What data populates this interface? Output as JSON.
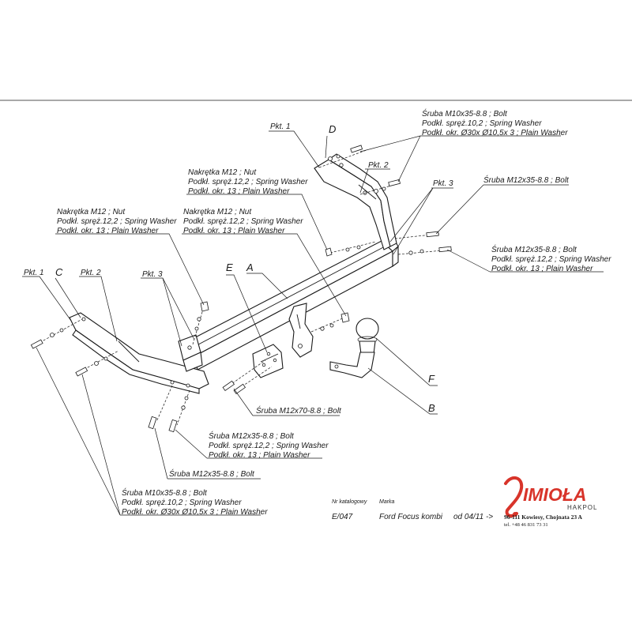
{
  "callouts": {
    "d_pkt1": "Pkt. 1",
    "d_part": "D",
    "d_pkt2": "Pkt. 2",
    "c_pkt1": "Pkt. 1",
    "c_part": "C",
    "c_pkt2": "Pkt. 2",
    "c_pkt3": "Pkt. 3",
    "right_pkt3": "Pkt. 3",
    "part_e": "E",
    "part_a": "A",
    "part_f": "F",
    "part_b": "B"
  },
  "labels": {
    "top_right": [
      "Śruba M10x35-8.8 ;  Bolt",
      "Podkł. spręż.10,2 ; Spring Washer",
      "Podkł. okr.  Ø30x Ø10,5x 3 ; Plain Washer"
    ],
    "nut_upper": [
      "Nakrętka  M12 ; Nut",
      "Podkł. spręż.12,2 ; Spring Washer",
      "Podkł. okr. 13 ; Plain Washer"
    ],
    "nut_middle": [
      "Nakrętka  M12 ; Nut",
      "Podkł. spręż.12,2 ; Spring Washer",
      "Podkł. okr. 13 ; Plain Washer"
    ],
    "nut_left": [
      "Nakrętka  M12 ; Nut",
      "Podkł. spręż.12,2 ; Spring Washer",
      "Podkł. okr. 13 ; Plain Washer"
    ],
    "bolt_right_single": "Śruba M12x35-8.8 ;  Bolt",
    "bolt_right_set": [
      "Śruba M12x35-8.8 ;  Bolt",
      "Podkł. spręż.12,2 ; Spring Washer",
      "Podkł. okr. 13 ; Plain Washer"
    ],
    "bolt_m12x70": "Śruba M12x70-8.8 ;  Bolt",
    "bolt_bottom_set": [
      "Śruba M12x35-8.8 ;  Bolt",
      "Podkł. spręż.12,2 ; Spring Washer",
      "Podkł. okr. 13 ; Plain Washer"
    ],
    "bolt_bottom_single": "Śruba M12x35-8.8 ;  Bolt",
    "bottom_left": [
      "Śruba M10x35-8.8 ;  Bolt",
      "Podkł. spręż.10,2 ; Spring Washer",
      "Podkł. okr.  Ø30x Ø10,5x 3 ; Plain Washer"
    ]
  },
  "title_block": {
    "catalog_label": "Nr katalogowy",
    "catalog_value": "E/047",
    "brand_label": "Marka",
    "brand_value": "Ford Focus kombi",
    "date_value": "od 04/11 ->",
    "logo_main": "IMIOŁA",
    "logo_sub": "HAKPOL",
    "address": "96-111 Kowiesy, Chojnata 23 A",
    "phone": "tel. +48 46 831 73 31"
  },
  "colors": {
    "ink": "#1a1a1a",
    "brand_red": "#d8342a",
    "paper": "#ffffff"
  }
}
